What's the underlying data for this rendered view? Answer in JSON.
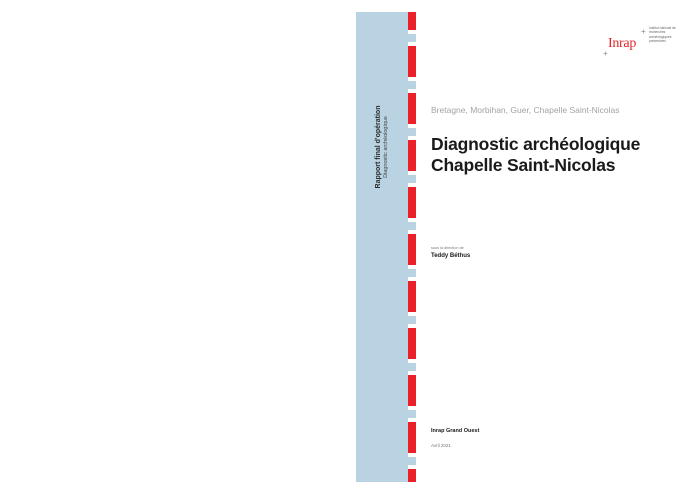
{
  "spine": {
    "title": "Rapport final d'opération",
    "subtitle": "Diagnostic archéologique"
  },
  "logo": {
    "word": "Inrap",
    "org_text": "Institut national de recherches archéologiques préventives"
  },
  "cover": {
    "location": "Bretagne, Morbihan, Guer, Chapelle Saint-Nicolas",
    "title_line1": "Diagnostic archéologique",
    "title_line2": "Chapelle Saint-Nicolas",
    "direction_label": "sous la direction de",
    "author": "Teddy Béthus",
    "organization": "Inrap Grand Ouest",
    "date": "Avril 2021"
  },
  "colors": {
    "spine_blue": "#b9d3e3",
    "accent_red": "#e8212b"
  }
}
